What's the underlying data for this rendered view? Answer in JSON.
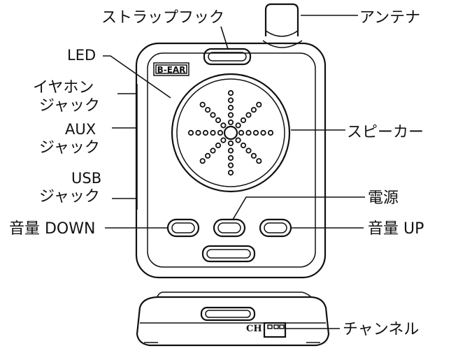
{
  "labels": {
    "strap_hook": "ストラップフック",
    "antenna": "アンテナ",
    "led": "LED",
    "earphone_jack_line1": "イヤホン",
    "earphone_jack_line2": "ジャック",
    "aux_jack_line1": "AUX",
    "aux_jack_line2": "ジャック",
    "usb_jack_line1": "USB",
    "usb_jack_line2": "ジャック",
    "speaker": "スピーカー",
    "power": "電源",
    "volume_down": "音量 DOWN",
    "volume_up": "音量 UP",
    "channel": "チャンネル"
  },
  "device": {
    "logo_text": "B-EAR",
    "channel_switch_text": "CH"
  }
}
